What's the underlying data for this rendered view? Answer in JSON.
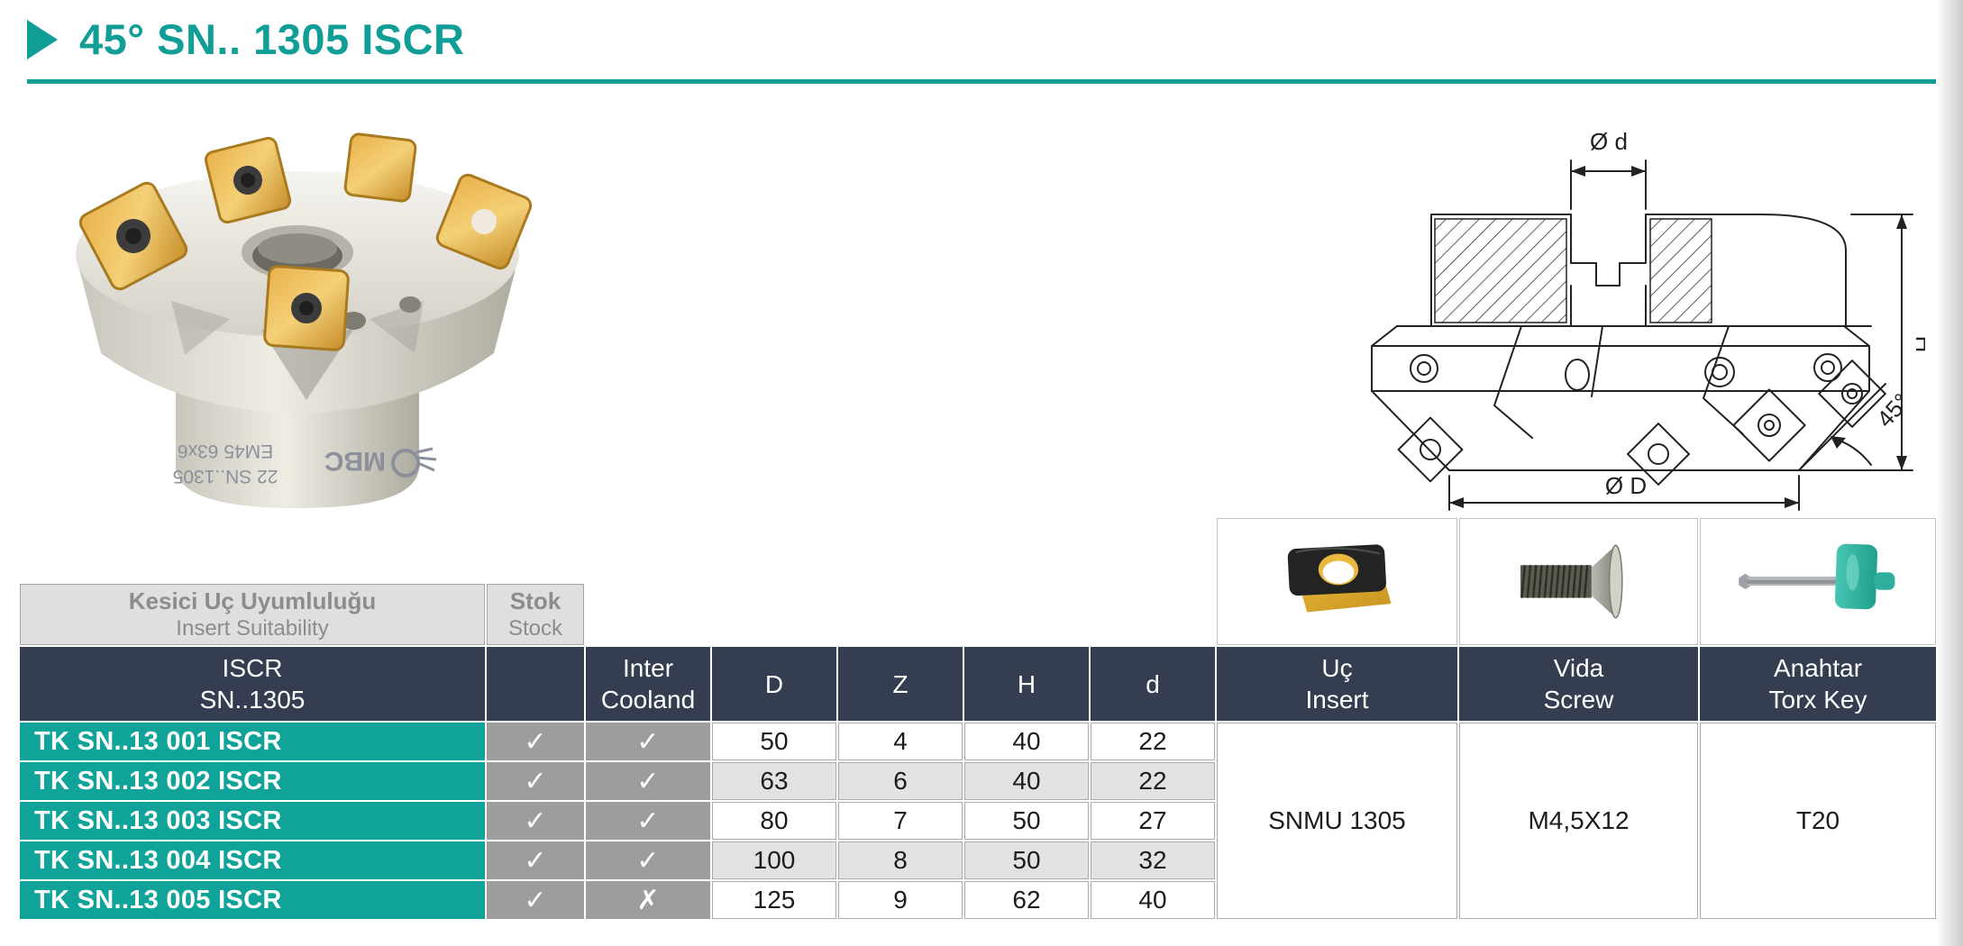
{
  "page": {
    "title": "45° SN.. 1305 ISCR"
  },
  "photo": {
    "engraving_line1": "22 SN..1305",
    "engraving_line2": "EM45 63x6",
    "engraving_brand": "MBC"
  },
  "diagram": {
    "dim_d": "Ø d",
    "dim_D": "Ø D",
    "dim_H": "H",
    "dim_angle": "45°"
  },
  "table": {
    "insert_suitability": {
      "line1": "Kesici Uç Uyumluluğu",
      "line2": "Insert Suitability"
    },
    "stock_box": {
      "line1": "Stok",
      "line2": "Stock"
    },
    "headers": {
      "model_line1": "ISCR",
      "model_line2": "SN..1305",
      "cooland_line1": "Inter",
      "cooland_line2": "Cooland",
      "D": "D",
      "Z": "Z",
      "H": "H",
      "d": "d",
      "insert_line1": "Uç",
      "insert_line2": "Insert",
      "screw_line1": "Vida",
      "screw_line2": "Screw",
      "torx_line1": "Anahtar",
      "torx_line2": "Torx Key"
    },
    "rows": [
      {
        "name": "TK SN..13 001 ISCR",
        "stock": "✓",
        "cooland": "✓",
        "D": "50",
        "Z": "4",
        "H": "40",
        "d": "22"
      },
      {
        "name": "TK SN..13 002 ISCR",
        "stock": "✓",
        "cooland": "✓",
        "D": "63",
        "Z": "6",
        "H": "40",
        "d": "22"
      },
      {
        "name": "TK SN..13 003 ISCR",
        "stock": "✓",
        "cooland": "✓",
        "D": "80",
        "Z": "7",
        "H": "50",
        "d": "27"
      },
      {
        "name": "TK SN..13 004 ISCR",
        "stock": "✓",
        "cooland": "✓",
        "D": "100",
        "Z": "8",
        "H": "50",
        "d": "32"
      },
      {
        "name": "TK SN..13 005 ISCR",
        "stock": "✓",
        "cooland": "✗",
        "D": "125",
        "Z": "9",
        "H": "62",
        "d": "40"
      }
    ],
    "merged": {
      "insert_value": "SNMU 1305",
      "screw_value": "M4,5X12",
      "torx_value": "T20"
    }
  },
  "colors": {
    "accent_teal": "#119e96",
    "row_teal": "#0fa39a",
    "header_navy": "#343e50",
    "check_gray": "#9d9d9d",
    "box_gray_bg": "#dfdfdf",
    "box_gray_text": "#8c8c8c",
    "alt_row": "#e2e2e2",
    "cell_border": "#ababab"
  }
}
